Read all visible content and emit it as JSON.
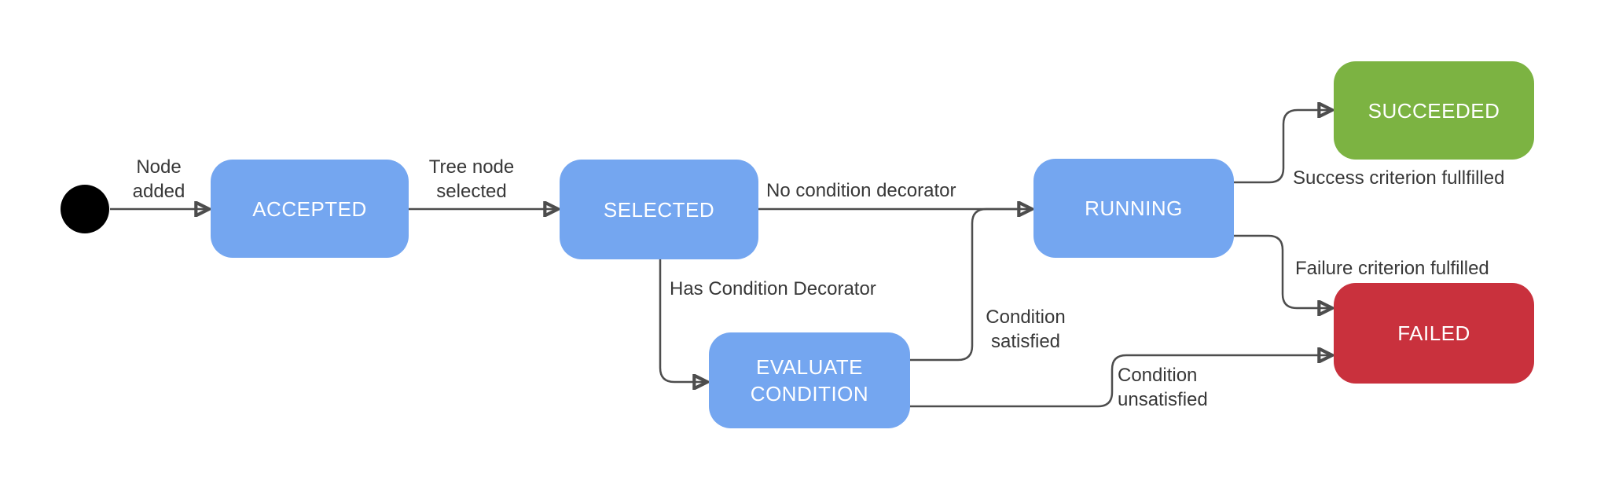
{
  "diagram": {
    "type": "state-machine",
    "colors": {
      "state_fill": "#74a6f0",
      "success_fill": "#7cb342",
      "failure_fill": "#c9313d",
      "state_text": "#ffffff",
      "edge_stroke": "#4d4d4d",
      "label_text": "#383838",
      "background": "#ffffff",
      "start_dot": "#000000"
    },
    "start": {
      "name": "initial state"
    },
    "states": [
      {
        "id": "accepted",
        "label": "ACCEPTED",
        "kind": "normal"
      },
      {
        "id": "selected",
        "label": "SELECTED",
        "kind": "normal"
      },
      {
        "id": "running",
        "label": "RUNNING",
        "kind": "normal"
      },
      {
        "id": "evaluate_condition",
        "label": "EVALUATE CONDITION",
        "kind": "normal"
      },
      {
        "id": "succeeded",
        "label": "SUCCEEDED",
        "kind": "success"
      },
      {
        "id": "failed",
        "label": "FAILED",
        "kind": "failure"
      }
    ],
    "transitions": [
      {
        "from": "start",
        "to": "accepted",
        "label_lines": [
          "Node",
          "added"
        ]
      },
      {
        "from": "accepted",
        "to": "selected",
        "label_lines": [
          "Tree node",
          "selected"
        ]
      },
      {
        "from": "selected",
        "to": "running",
        "label_lines": [
          "No condition decorator"
        ]
      },
      {
        "from": "selected",
        "to": "evaluate_condition",
        "label_lines": [
          "Has Condition Decorator"
        ]
      },
      {
        "from": "evaluate_condition",
        "to": "running",
        "label_lines": [
          "Condition",
          "satisfied"
        ]
      },
      {
        "from": "evaluate_condition",
        "to": "failed",
        "label_lines": [
          "Condition",
          "unsatisfied"
        ]
      },
      {
        "from": "running",
        "to": "succeeded",
        "label_lines": [
          "Success criterion fullfilled"
        ]
      },
      {
        "from": "running",
        "to": "failed",
        "label_lines": [
          "Failure criterion fulfilled"
        ]
      }
    ]
  }
}
